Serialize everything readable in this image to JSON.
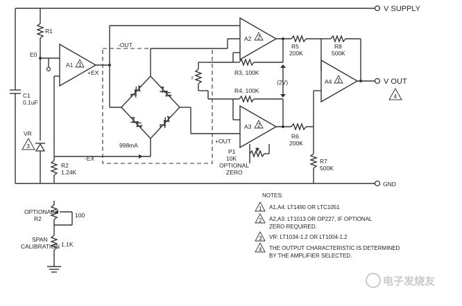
{
  "labels": {
    "vsupply": "V SUPPLY",
    "gnd": "GND",
    "vout": "V OUT",
    "vout_num": "4",
    "r1": "R1",
    "e0": "E0",
    "c1": "C1",
    "c1_val": "0.1uF",
    "vr": "VR",
    "vr_num": "3",
    "a1": "A1",
    "a1_num": "1",
    "plus_ex": "+EX",
    "minus_ex": "-EX",
    "minus_out": "-OUT",
    "plus_out": "+OUT",
    "r_bridge": "r",
    "current": "998mA",
    "r2": "R2",
    "r2_val": "1.24K",
    "a2": "A2",
    "a2_num": "2",
    "a3": "A3",
    "a3_num": "2",
    "a4": "A4",
    "a4_num": "1",
    "r3": "R3, 100K",
    "r4": "R4, 100K",
    "r5": "R5",
    "r5_val": "200K",
    "r6": "R6",
    "r6_val": "200K",
    "r7": "R7",
    "r7_val": "500K",
    "r8": "R8",
    "r8_val": "500K",
    "v2": "(2V)",
    "p1": "P1",
    "p1_val": "10K",
    "optional": "OPTIONAL",
    "zero": "ZERO",
    "opt_r2_a": "OPTIONAL",
    "opt_r2_b": "R2",
    "val_100": "100",
    "span_a": "SPAN",
    "span_b": "CALIBRATION",
    "val_11k": "1.1K",
    "watermark": "电子发烧友"
  },
  "notes": {
    "title": "NOTES:",
    "items": [
      {
        "num": "1",
        "lines": [
          "A1,A4: LT1490 OR LTC1051"
        ]
      },
      {
        "num": "2",
        "lines": [
          "A2,A3: LT1013 OR OP227, IF OPTIONAL",
          "ZERO REQUIRED."
        ]
      },
      {
        "num": "3",
        "lines": [
          "VR: LT1034-1.2 OR LT1004-1.2"
        ]
      },
      {
        "num": "4",
        "lines": [
          "THE OUTPUT CHARACTERISTIC IS DETERMINED",
          "BY THE AMPLIFIER SELECTED."
        ]
      }
    ]
  }
}
